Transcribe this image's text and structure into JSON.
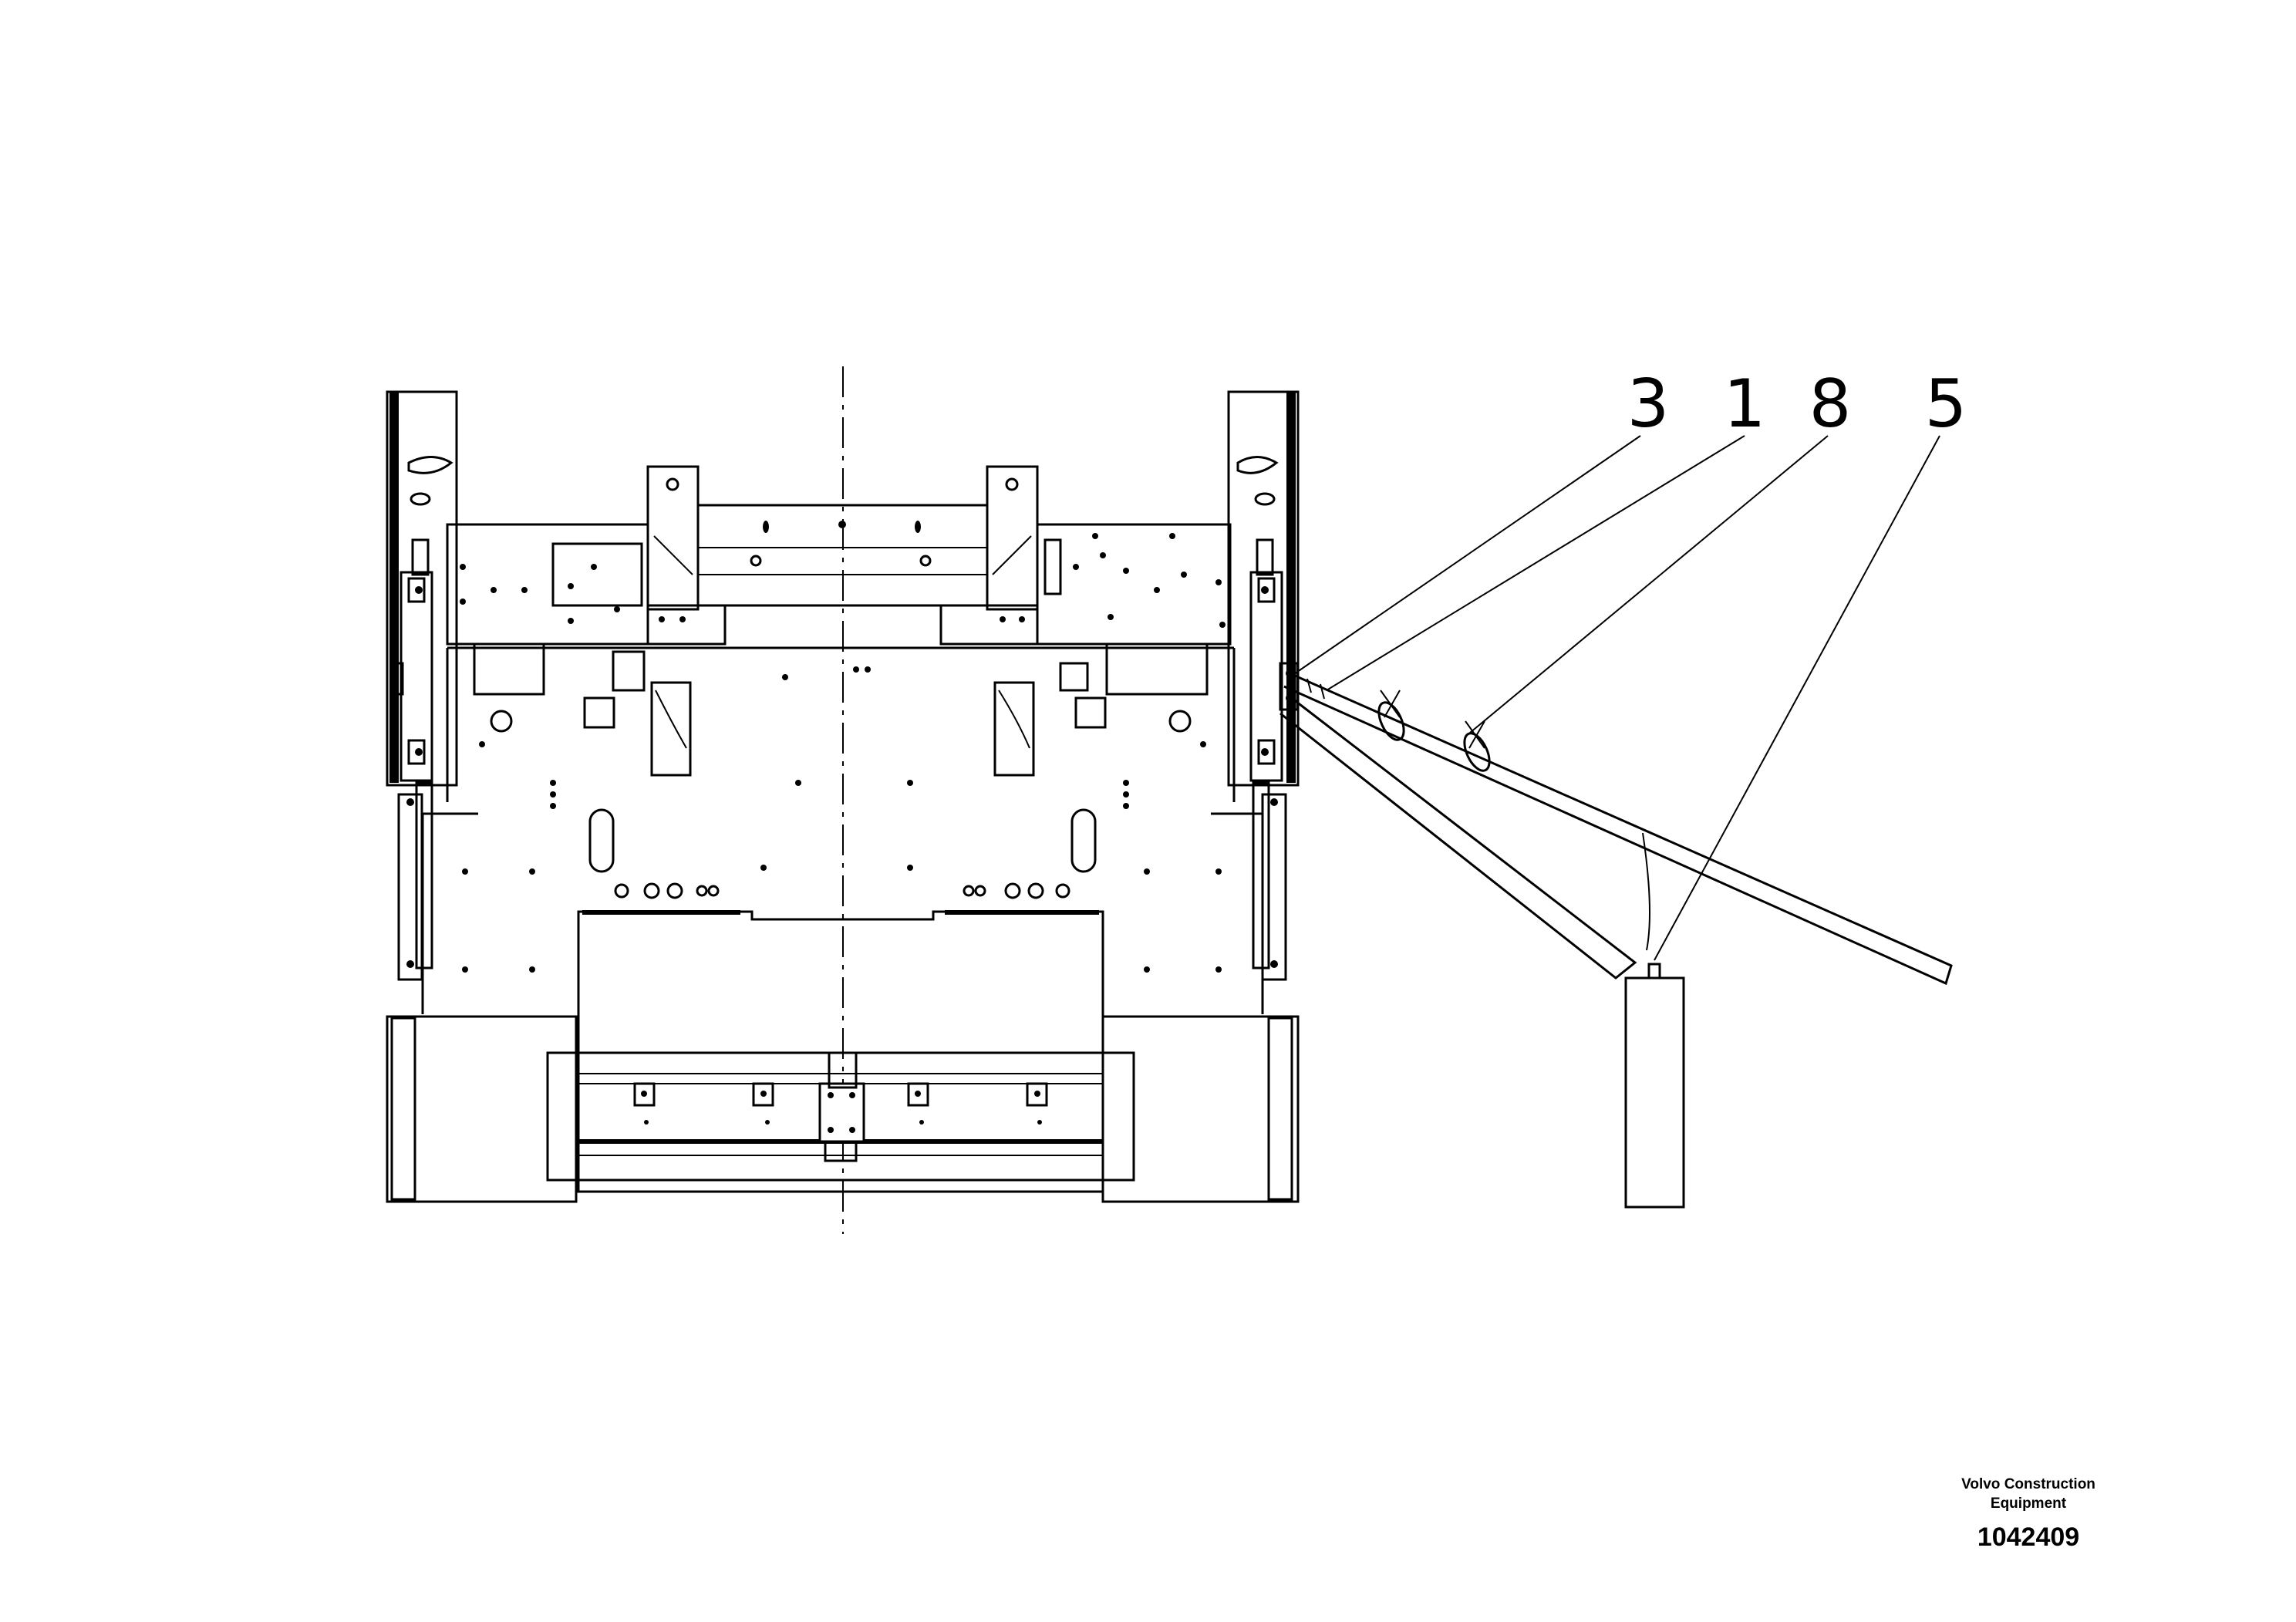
{
  "callouts": [
    {
      "number": "3"
    },
    {
      "number": "1"
    },
    {
      "number": "8"
    },
    {
      "number": "5"
    }
  ],
  "footer": {
    "brand_line1": "Volvo Construction",
    "brand_line2": "Equipment",
    "document_number": "1042409"
  }
}
